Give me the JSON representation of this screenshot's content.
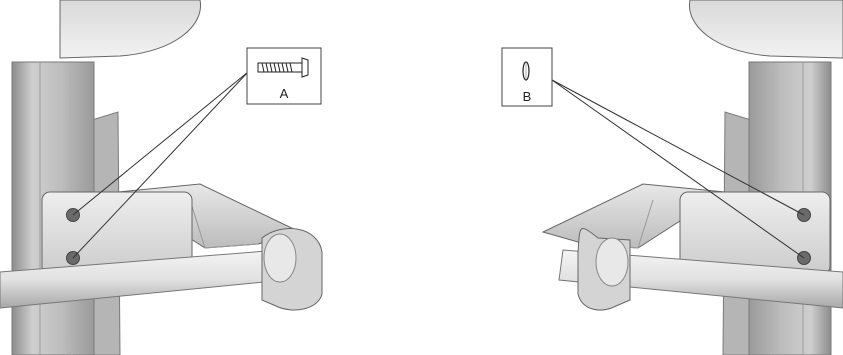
{
  "callouts": [
    {
      "id": "A",
      "label": "A",
      "part": "screw-icon"
    },
    {
      "id": "B",
      "label": "B",
      "part": "washer-icon"
    }
  ],
  "colors": {
    "wood_light": "#e6e6e6",
    "wood_mid": "#cfcfcf",
    "wood_dark": "#9a9a9a",
    "outline": "#555555",
    "leader": "#333333"
  }
}
